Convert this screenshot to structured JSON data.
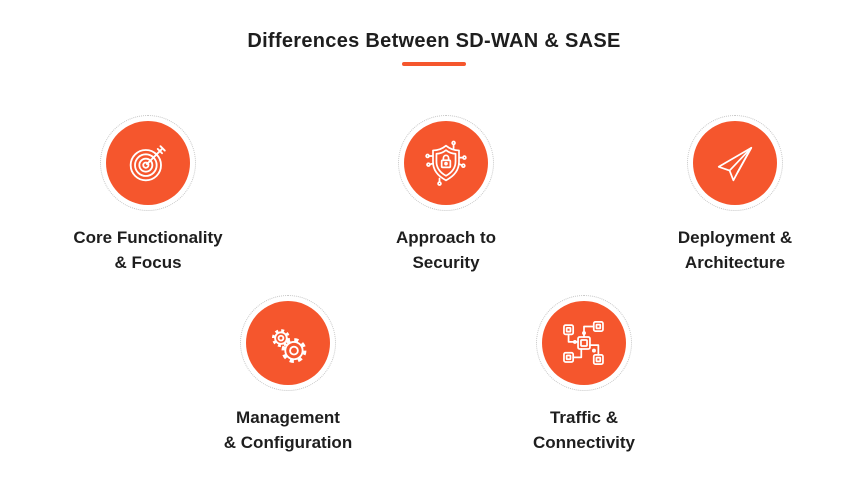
{
  "title": "Differences Between SD-WAN & SASE",
  "colors": {
    "accent": "#F5562D",
    "text": "#1E1E1E",
    "dotted_ring": "#C6C6C6",
    "background": "#FFFFFF",
    "icon_stroke": "#FFFFFF"
  },
  "items": [
    {
      "icon": "target-icon",
      "label_line1": "Core Functionality",
      "label_line2": "& Focus"
    },
    {
      "icon": "shield-lock-icon",
      "label_line1": "Approach to",
      "label_line2": "Security"
    },
    {
      "icon": "paper-plane-icon",
      "label_line1": "Deployment &",
      "label_line2": "Architecture"
    },
    {
      "icon": "gears-icon",
      "label_line1": "Management",
      "label_line2": "& Configuration"
    },
    {
      "icon": "network-icon",
      "label_line1": "Traffic &",
      "label_line2": "Connectivity"
    }
  ]
}
